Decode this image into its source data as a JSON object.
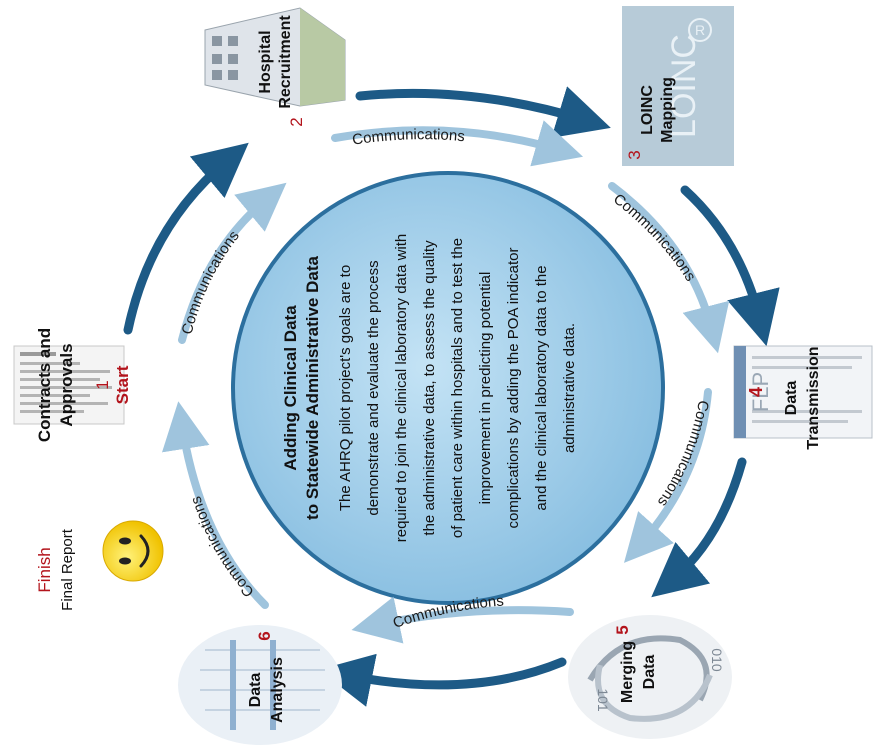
{
  "center": {
    "title_line1": "Adding Clinical Data",
    "title_line2": "to Statewide Administrative Data",
    "body_lines": [
      "The AHRQ pilot project's goals are to",
      "demonstrate and evaluate the process",
      "required to join the clinical laboratory data with",
      "the administrative data, to assess the quality",
      "of patient care within hospitals and to test the",
      "improvement in predicting potential",
      "complications by adding the POA indicator",
      "and the clinical laboratory data to the",
      "administrative data."
    ]
  },
  "communications_label": "Communications",
  "steps": {
    "start": {
      "number": "1",
      "word": "Start",
      "line1": "Contracts and",
      "line2": "Approvals"
    },
    "recruitment": {
      "number": "2",
      "line1": "Hospital",
      "line2": "Recruitment"
    },
    "loinc": {
      "number": "3",
      "line1": "LOINC",
      "line2": "Mapping",
      "logo_text": "LOINC",
      "logo_mark": "R"
    },
    "transmission": {
      "number": "4",
      "line1": "Data",
      "line2": "Transmission",
      "doc_text": "FLP"
    },
    "merging": {
      "number": "5",
      "line1": "Merging",
      "line2": "Data",
      "binary_a": "101",
      "binary_b": "010"
    },
    "analysis": {
      "number": "6",
      "line1": "Data",
      "line2": "Analysis"
    },
    "finish": {
      "word": "Finish",
      "label": "Final Report"
    }
  },
  "colors": {
    "circle_fill": "#a9d3ec",
    "arrow_dark": "#1d5a86",
    "arrow_light": "#9fc4dd",
    "step_number": "#b3141c",
    "smiley": "#f6d21c"
  }
}
